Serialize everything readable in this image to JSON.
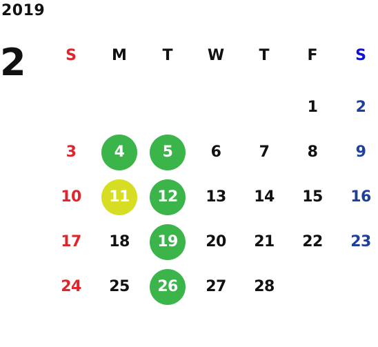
{
  "calendar": {
    "year": "2019",
    "month": "2",
    "colors": {
      "sunday": "#e0242a",
      "saturday_header": "#1010d8",
      "saturday": "#1e3f9a",
      "weekday": "#111111",
      "holiday_green": "#3bb54a",
      "holiday_yellow": "#d7dd22"
    },
    "weekdays": [
      {
        "label": "S",
        "kind": "sunday"
      },
      {
        "label": "M",
        "kind": "weekday"
      },
      {
        "label": "T",
        "kind": "weekday"
      },
      {
        "label": "W",
        "kind": "weekday"
      },
      {
        "label": "T",
        "kind": "weekday"
      },
      {
        "label": "F",
        "kind": "weekday"
      },
      {
        "label": "S",
        "kind": "saturday"
      }
    ],
    "weeks": [
      [
        null,
        null,
        null,
        null,
        null,
        {
          "day": "1"
        },
        {
          "day": "2"
        }
      ],
      [
        {
          "day": "3"
        },
        {
          "day": "4",
          "mark": "green"
        },
        {
          "day": "5",
          "mark": "green"
        },
        {
          "day": "6"
        },
        {
          "day": "7"
        },
        {
          "day": "8"
        },
        {
          "day": "9"
        }
      ],
      [
        {
          "day": "10"
        },
        {
          "day": "11",
          "mark": "yellow"
        },
        {
          "day": "12",
          "mark": "green"
        },
        {
          "day": "13"
        },
        {
          "day": "14"
        },
        {
          "day": "15"
        },
        {
          "day": "16"
        }
      ],
      [
        {
          "day": "17"
        },
        {
          "day": "18"
        },
        {
          "day": "19",
          "mark": "green"
        },
        {
          "day": "20"
        },
        {
          "day": "21"
        },
        {
          "day": "22"
        },
        {
          "day": "23"
        }
      ],
      [
        {
          "day": "24"
        },
        {
          "day": "25"
        },
        {
          "day": "26",
          "mark": "green"
        },
        {
          "day": "27"
        },
        {
          "day": "28"
        },
        null,
        null
      ]
    ]
  }
}
